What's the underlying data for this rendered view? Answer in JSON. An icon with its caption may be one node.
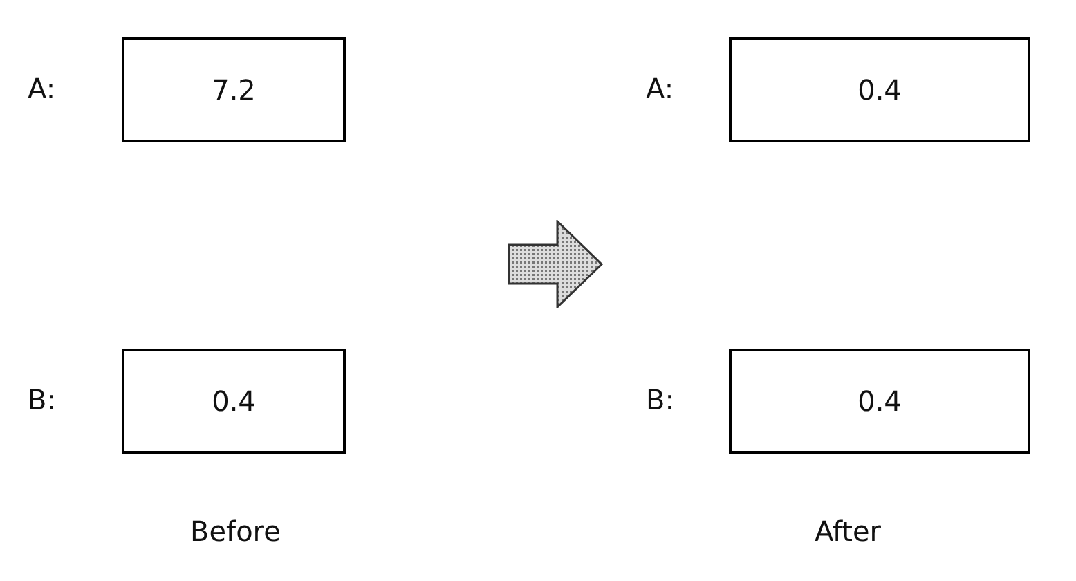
{
  "diagram": {
    "nodes": [
      {
        "text": [
          "7.2"
        ],
        "beside": [
          "A:"
        ]
      },
      {
        "text": [
          "0.4"
        ],
        "beside": [
          "B:"
        ]
      },
      {
        "text": [
          "0.4"
        ],
        "beside": [
          "A:"
        ]
      },
      {
        "text": [
          "0.4"
        ],
        "beside": [
          "B:"
        ]
      }
    ],
    "labels": [
      "Before",
      "After"
    ]
  }
}
